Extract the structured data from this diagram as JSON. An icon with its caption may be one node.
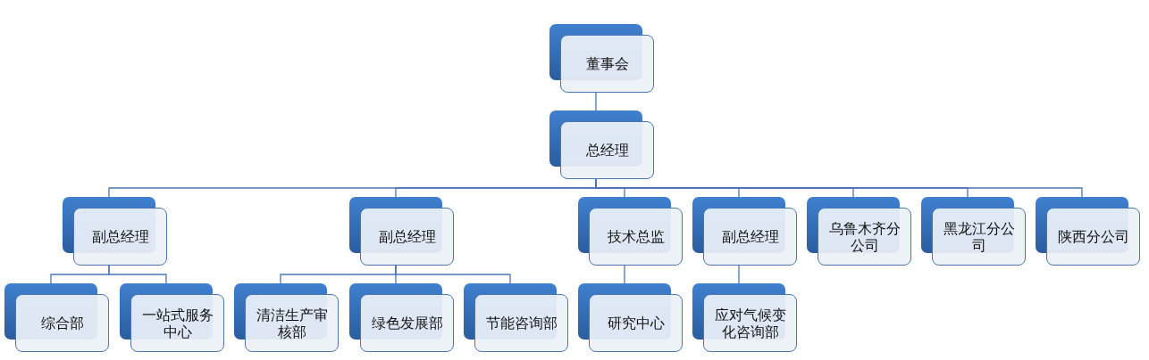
{
  "diagram": {
    "nodes": [
      {
        "text": [
          "董事会"
        ]
      },
      {
        "text": [
          "总经理"
        ]
      },
      {
        "text": [
          "副总经理"
        ]
      },
      {
        "text": [
          "副总经理"
        ]
      },
      {
        "text": [
          "技术总监"
        ]
      },
      {
        "text": [
          "副总经理"
        ]
      },
      {
        "text": [
          "乌鲁木齐分公司"
        ]
      },
      {
        "text": [
          "黑龙江分公司"
        ]
      },
      {
        "text": [
          "陕西分公司"
        ]
      },
      {
        "text": [
          "综合部"
        ]
      },
      {
        "text": [
          "一站式服务中心"
        ]
      },
      {
        "text": [
          "清洁生产审核部"
        ]
      },
      {
        "text": [
          "绿色发展部"
        ]
      },
      {
        "text": [
          "节能咨询部"
        ]
      },
      {
        "text": [
          "研究中心"
        ]
      },
      {
        "text": [
          "应对气候变化咨询部"
        ]
      }
    ],
    "edges": [
      {
        "from": 0,
        "to": 1,
        "arrow": "none"
      },
      {
        "from": 1,
        "to": 2,
        "arrow": "none"
      },
      {
        "from": 1,
        "to": 3,
        "arrow": "none"
      },
      {
        "from": 1,
        "to": 4,
        "arrow": "none"
      },
      {
        "from": 1,
        "to": 5,
        "arrow": "none"
      },
      {
        "from": 1,
        "to": 6,
        "arrow": "none"
      },
      {
        "from": 1,
        "to": 7,
        "arrow": "none"
      },
      {
        "from": 1,
        "to": 8,
        "arrow": "none"
      },
      {
        "from": 2,
        "to": 9,
        "arrow": "none"
      },
      {
        "from": 2,
        "to": 10,
        "arrow": "none"
      },
      {
        "from": 3,
        "to": 11,
        "arrow": "none"
      },
      {
        "from": 3,
        "to": 12,
        "arrow": "none"
      },
      {
        "from": 3,
        "to": 13,
        "arrow": "none"
      },
      {
        "from": 4,
        "to": 14,
        "arrow": "none"
      },
      {
        "from": 5,
        "to": 15,
        "arrow": "none"
      }
    ]
  }
}
